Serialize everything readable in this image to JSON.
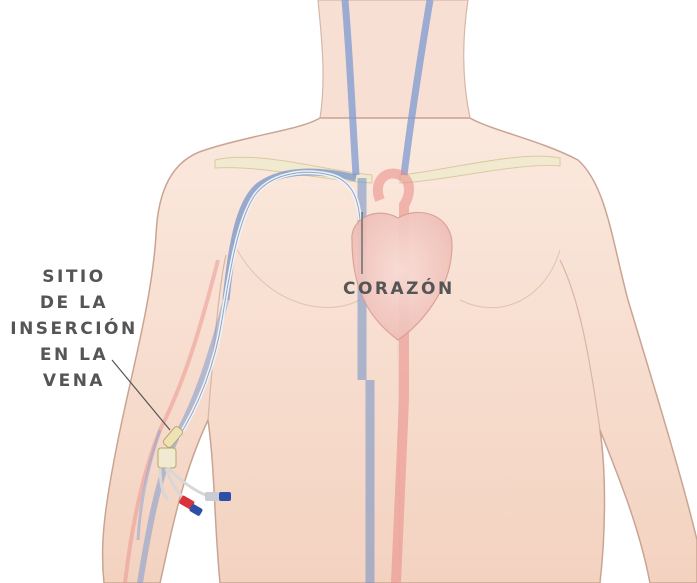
{
  "labels": {
    "insertion_site": [
      "SITIO",
      "DE LA",
      "INSERCIÓN",
      "EN LA",
      "VENA"
    ],
    "heart": "CORAZÓN"
  },
  "colors": {
    "skin": "#f6d9c8",
    "skin_outline": "#caa493",
    "vein": "#6e8fc9",
    "artery": "#e98a86",
    "heart": "#f3cdc6",
    "catheter_red_cap": "#d8333d",
    "catheter_blue_cap": "#2d4fa8",
    "label_text": "#555555"
  }
}
